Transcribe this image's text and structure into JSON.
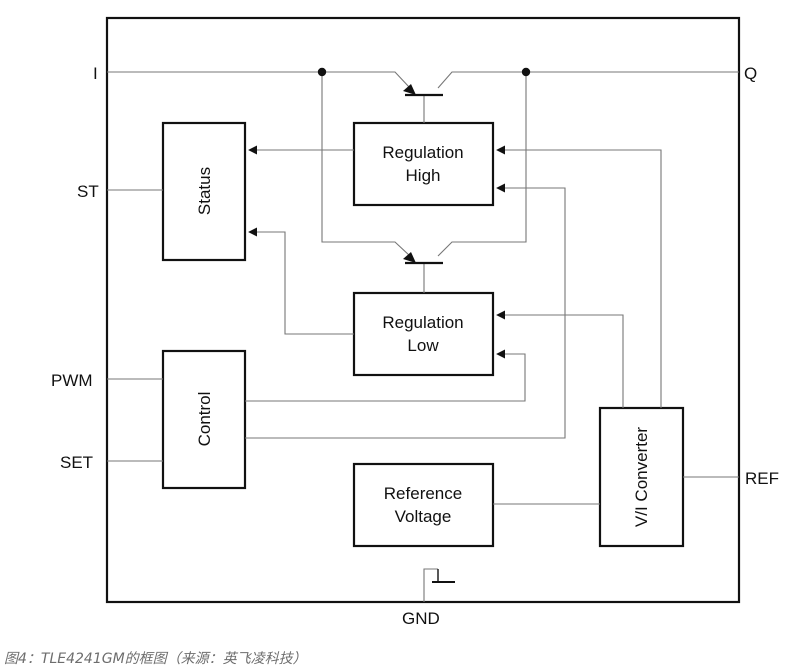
{
  "pins": {
    "I": "I",
    "Q": "Q",
    "ST": "ST",
    "PWM": "PWM",
    "SET": "SET",
    "REF": "REF",
    "GND": "GND"
  },
  "blocks": {
    "status": "Status",
    "control": "Control",
    "reg_high_1": "Regulation",
    "reg_high_2": "High",
    "reg_low_1": "Regulation",
    "reg_low_2": "Low",
    "ref_1": "Reference",
    "ref_2": "Voltage",
    "vi": "V/I Converter"
  },
  "caption": "图4：TLE4241GM的框图（来源：英飞凌科技）"
}
